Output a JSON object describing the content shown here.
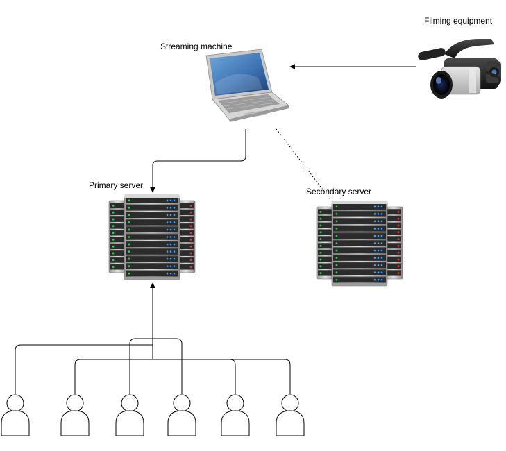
{
  "labels": {
    "filming": "Filming equipment",
    "streaming": "Streaming machine",
    "primary": "Primary server",
    "secondary": "Secondary server"
  },
  "icons": {
    "camera": "video-camera-icon",
    "laptop": "laptop-icon",
    "primary": "server-rack-icon",
    "secondary": "server-rack-icon",
    "user": "user-icon"
  },
  "users_count": 6,
  "colors": {
    "line": "#000000",
    "rack_dark": "#2b2b2b",
    "rack_silver": "#bdbdbd",
    "led_green": "#2ecc40",
    "led_blue": "#3aa0ff",
    "led_red": "#e0352b"
  }
}
